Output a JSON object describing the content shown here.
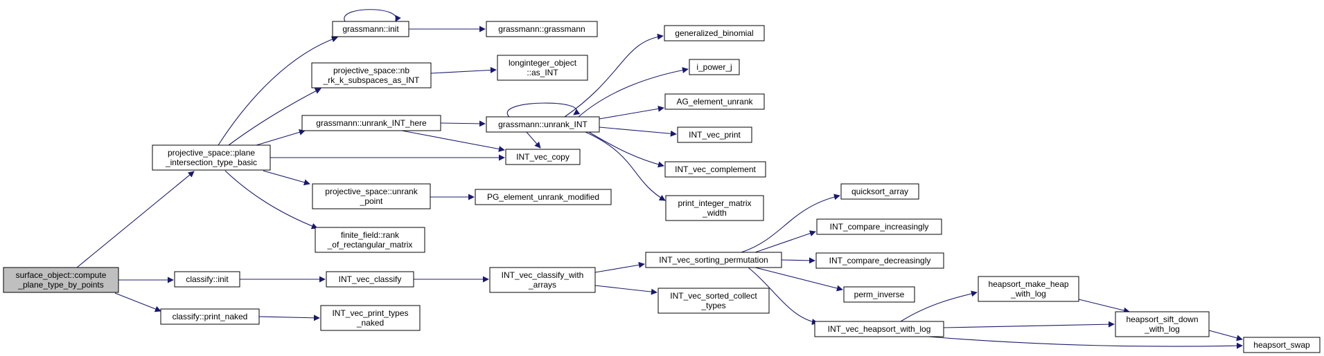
{
  "graph": {
    "root": "n_surface",
    "colors": {
      "edge": "#191970",
      "root_fill": "#bfbfbf",
      "node_fill": "#ffffff",
      "node_border": "#000000"
    },
    "nodes": [
      {
        "id": "n_surface",
        "lines": [
          "surface_object::compute",
          "_plane_type_by_points"
        ]
      },
      {
        "id": "n_pp_plane",
        "lines": [
          "projective_space::plane",
          "_intersection_type_basic"
        ]
      },
      {
        "id": "n_classify_init",
        "lines": [
          "classify::init"
        ]
      },
      {
        "id": "n_classify_print",
        "lines": [
          "classify::print_naked"
        ]
      },
      {
        "id": "n_grass_init",
        "lines": [
          "grassmann::init"
        ]
      },
      {
        "id": "n_pp_nb_rk",
        "lines": [
          "projective_space::nb",
          "_rk_k_subspaces_as_INT"
        ]
      },
      {
        "id": "n_grass_unrank_here",
        "lines": [
          "grassmann::unrank_INT_here"
        ]
      },
      {
        "id": "n_pp_unrank_point",
        "lines": [
          "projective_space::unrank",
          "_point"
        ]
      },
      {
        "id": "n_ff_rank",
        "lines": [
          "finite_field::rank",
          "_of_rectangular_matrix"
        ]
      },
      {
        "id": "n_vec_classify",
        "lines": [
          "INT_vec_classify"
        ]
      },
      {
        "id": "n_vec_print_types",
        "lines": [
          "INT_vec_print_types",
          "_naked"
        ]
      },
      {
        "id": "n_grass_grass",
        "lines": [
          "grassmann::grassmann"
        ]
      },
      {
        "id": "n_longint_as_int",
        "lines": [
          "longinteger_object",
          "::as_INT"
        ]
      },
      {
        "id": "n_grass_unrank",
        "lines": [
          "grassmann::unrank_INT"
        ]
      },
      {
        "id": "n_vec_copy",
        "lines": [
          "INT_vec_copy"
        ]
      },
      {
        "id": "n_pg_unrank_mod",
        "lines": [
          "PG_element_unrank_modified"
        ]
      },
      {
        "id": "n_vec_classify_arrays",
        "lines": [
          "INT_vec_classify_with",
          "_arrays"
        ]
      },
      {
        "id": "n_gen_binomial",
        "lines": [
          "generalized_binomial"
        ]
      },
      {
        "id": "n_i_power_j",
        "lines": [
          "i_power_j"
        ]
      },
      {
        "id": "n_ag_unrank",
        "lines": [
          "AG_element_unrank"
        ]
      },
      {
        "id": "n_vec_print",
        "lines": [
          "INT_vec_print"
        ]
      },
      {
        "id": "n_vec_complement",
        "lines": [
          "INT_vec_complement"
        ]
      },
      {
        "id": "n_print_int_matrix",
        "lines": [
          "print_integer_matrix",
          "_width"
        ]
      },
      {
        "id": "n_vec_sorting_perm",
        "lines": [
          "INT_vec_sorting_permutation"
        ]
      },
      {
        "id": "n_vec_sorted_collect",
        "lines": [
          "INT_vec_sorted_collect",
          "_types"
        ]
      },
      {
        "id": "n_quicksort",
        "lines": [
          "quicksort_array"
        ]
      },
      {
        "id": "n_cmp_inc",
        "lines": [
          "INT_compare_increasingly"
        ]
      },
      {
        "id": "n_cmp_dec",
        "lines": [
          "INT_compare_decreasingly"
        ]
      },
      {
        "id": "n_perm_inverse",
        "lines": [
          "perm_inverse"
        ]
      },
      {
        "id": "n_vec_heapsort",
        "lines": [
          "INT_vec_heapsort_with_log"
        ]
      },
      {
        "id": "n_heap_make",
        "lines": [
          "heapsort_make_heap",
          "_with_log"
        ]
      },
      {
        "id": "n_heap_sift",
        "lines": [
          "heapsort_sift_down",
          "_with_log"
        ]
      },
      {
        "id": "n_heap_swap",
        "lines": [
          "heapsort_swap"
        ]
      }
    ],
    "edges": [
      {
        "from": "n_surface",
        "to": "n_pp_plane"
      },
      {
        "from": "n_surface",
        "to": "n_classify_init"
      },
      {
        "from": "n_surface",
        "to": "n_classify_print"
      },
      {
        "from": "n_pp_plane",
        "to": "n_grass_init"
      },
      {
        "from": "n_pp_plane",
        "to": "n_pp_nb_rk"
      },
      {
        "from": "n_pp_plane",
        "to": "n_grass_unrank_here"
      },
      {
        "from": "n_pp_plane",
        "to": "n_vec_copy"
      },
      {
        "from": "n_pp_plane",
        "to": "n_pp_unrank_point"
      },
      {
        "from": "n_pp_plane",
        "to": "n_ff_rank"
      },
      {
        "from": "n_grass_init",
        "to": "n_grass_init"
      },
      {
        "from": "n_grass_init",
        "to": "n_grass_grass"
      },
      {
        "from": "n_pp_nb_rk",
        "to": "n_longint_as_int"
      },
      {
        "from": "n_grass_unrank_here",
        "to": "n_grass_unrank"
      },
      {
        "from": "n_grass_unrank_here",
        "to": "n_vec_copy"
      },
      {
        "from": "n_grass_unrank",
        "to": "n_grass_unrank"
      },
      {
        "from": "n_grass_unrank",
        "to": "n_gen_binomial"
      },
      {
        "from": "n_grass_unrank",
        "to": "n_i_power_j"
      },
      {
        "from": "n_grass_unrank",
        "to": "n_ag_unrank"
      },
      {
        "from": "n_grass_unrank",
        "to": "n_vec_print"
      },
      {
        "from": "n_grass_unrank",
        "to": "n_vec_complement"
      },
      {
        "from": "n_grass_unrank",
        "to": "n_print_int_matrix"
      },
      {
        "from": "n_grass_unrank",
        "to": "n_vec_copy"
      },
      {
        "from": "n_pp_unrank_point",
        "to": "n_pg_unrank_mod"
      },
      {
        "from": "n_classify_init",
        "to": "n_vec_classify"
      },
      {
        "from": "n_vec_classify",
        "to": "n_vec_classify_arrays"
      },
      {
        "from": "n_vec_classify_arrays",
        "to": "n_vec_sorting_perm"
      },
      {
        "from": "n_vec_classify_arrays",
        "to": "n_vec_sorted_collect"
      },
      {
        "from": "n_vec_sorting_perm",
        "to": "n_quicksort"
      },
      {
        "from": "n_vec_sorting_perm",
        "to": "n_cmp_inc"
      },
      {
        "from": "n_vec_sorting_perm",
        "to": "n_cmp_dec"
      },
      {
        "from": "n_vec_sorting_perm",
        "to": "n_perm_inverse"
      },
      {
        "from": "n_vec_sorting_perm",
        "to": "n_vec_heapsort"
      },
      {
        "from": "n_vec_heapsort",
        "to": "n_heap_make"
      },
      {
        "from": "n_vec_heapsort",
        "to": "n_heap_sift"
      },
      {
        "from": "n_vec_heapsort",
        "to": "n_heap_swap"
      },
      {
        "from": "n_heap_make",
        "to": "n_heap_sift"
      },
      {
        "from": "n_heap_sift",
        "to": "n_heap_swap"
      },
      {
        "from": "n_classify_print",
        "to": "n_vec_print_types"
      }
    ]
  }
}
